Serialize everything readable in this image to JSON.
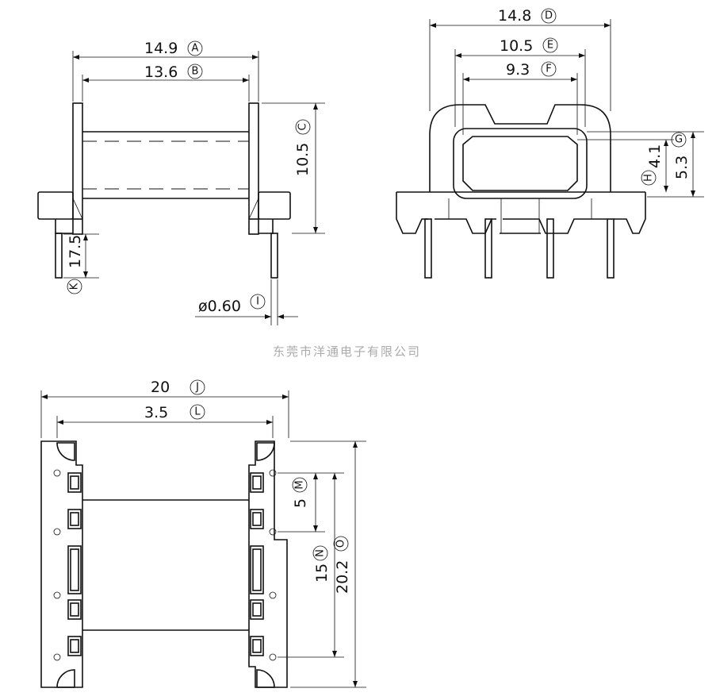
{
  "company": "东莞市洋通电子有限公司",
  "dimensions": [
    {
      "id": "A",
      "value": "14.9"
    },
    {
      "id": "B",
      "value": "13.6"
    },
    {
      "id": "C",
      "value": "10.5"
    },
    {
      "id": "D",
      "value": "14.8"
    },
    {
      "id": "E",
      "value": "10.5"
    },
    {
      "id": "F",
      "value": "9.3"
    },
    {
      "id": "G",
      "value": ""
    },
    {
      "id": "H",
      "value": "4.1"
    },
    {
      "id": "I",
      "value": "ø0.60"
    },
    {
      "id": "J",
      "value": "20"
    },
    {
      "id": "K",
      "value": "17.5"
    },
    {
      "id": "L",
      "value": "3.5"
    },
    {
      "id": "M",
      "value": "5"
    },
    {
      "id": "N",
      "value": "15"
    },
    {
      "id": "O",
      "value": "20.2"
    }
  ],
  "extra_dimension": "5.3"
}
